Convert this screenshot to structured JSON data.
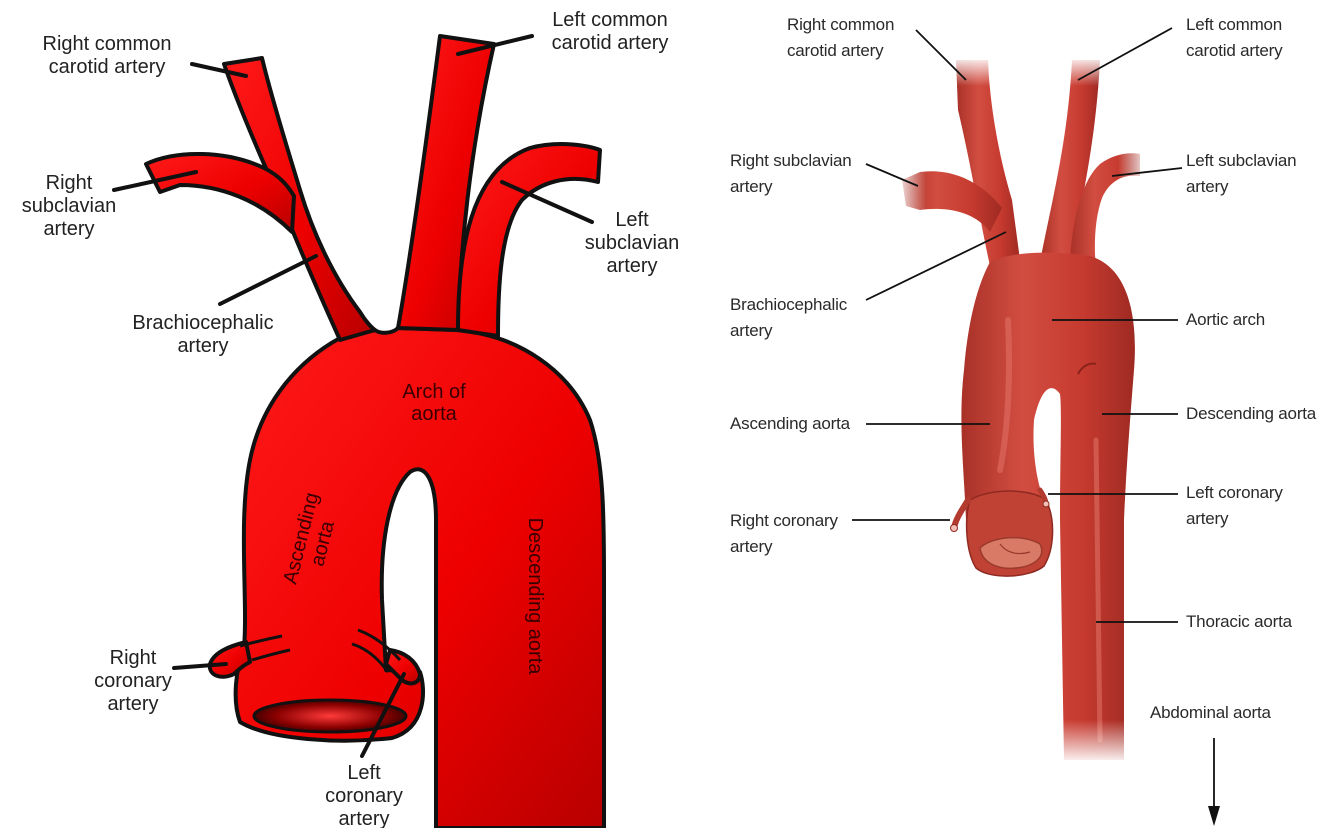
{
  "colors": {
    "left_aorta_fill": "#ee0000",
    "left_aorta_shadow": "#b80000",
    "left_outline": "#111111",
    "right_aorta_fill": "#c63a2f",
    "right_aorta_light": "#d9574b",
    "right_aorta_dark": "#9e2a22",
    "inner_label": "#3a0000",
    "leader": "#111111"
  },
  "left_diagram": {
    "labels": {
      "right_common_carotid": [
        "Right common",
        "carotid artery"
      ],
      "left_common_carotid": [
        "Left common",
        "carotid artery"
      ],
      "right_subclavian": [
        "Right",
        "subclavian",
        "artery"
      ],
      "left_subclavian": [
        "Left",
        "subclavian",
        "artery"
      ],
      "brachiocephalic": [
        "Brachiocephalic",
        "artery"
      ],
      "right_coronary": [
        "Right",
        "coronary",
        "artery"
      ],
      "left_coronary": [
        "Left",
        "coronary",
        "artery"
      ],
      "arch_of_aorta": [
        "Arch of",
        "aorta"
      ],
      "ascending_aorta": [
        "Ascending",
        "aorta"
      ],
      "descending_aorta": "Descending aorta"
    }
  },
  "right_diagram": {
    "labels": {
      "right_common_carotid": [
        "Right common",
        "carotid artery"
      ],
      "left_common_carotid": [
        "Left common",
        "carotid artery"
      ],
      "right_subclavian": [
        "Right subclavian",
        "artery"
      ],
      "left_subclavian": [
        "Left subclavian",
        "artery"
      ],
      "brachiocephalic": [
        "Brachiocephalic",
        "artery"
      ],
      "aortic_arch": "Aortic arch",
      "ascending_aorta": "Ascending aorta",
      "descending_aorta": "Descending aorta",
      "right_coronary": [
        "Right coronary",
        "artery"
      ],
      "left_coronary": [
        "Left coronary",
        "artery"
      ],
      "thoracic_aorta": "Thoracic aorta",
      "abdominal_aorta": "Abdominal aorta"
    }
  }
}
